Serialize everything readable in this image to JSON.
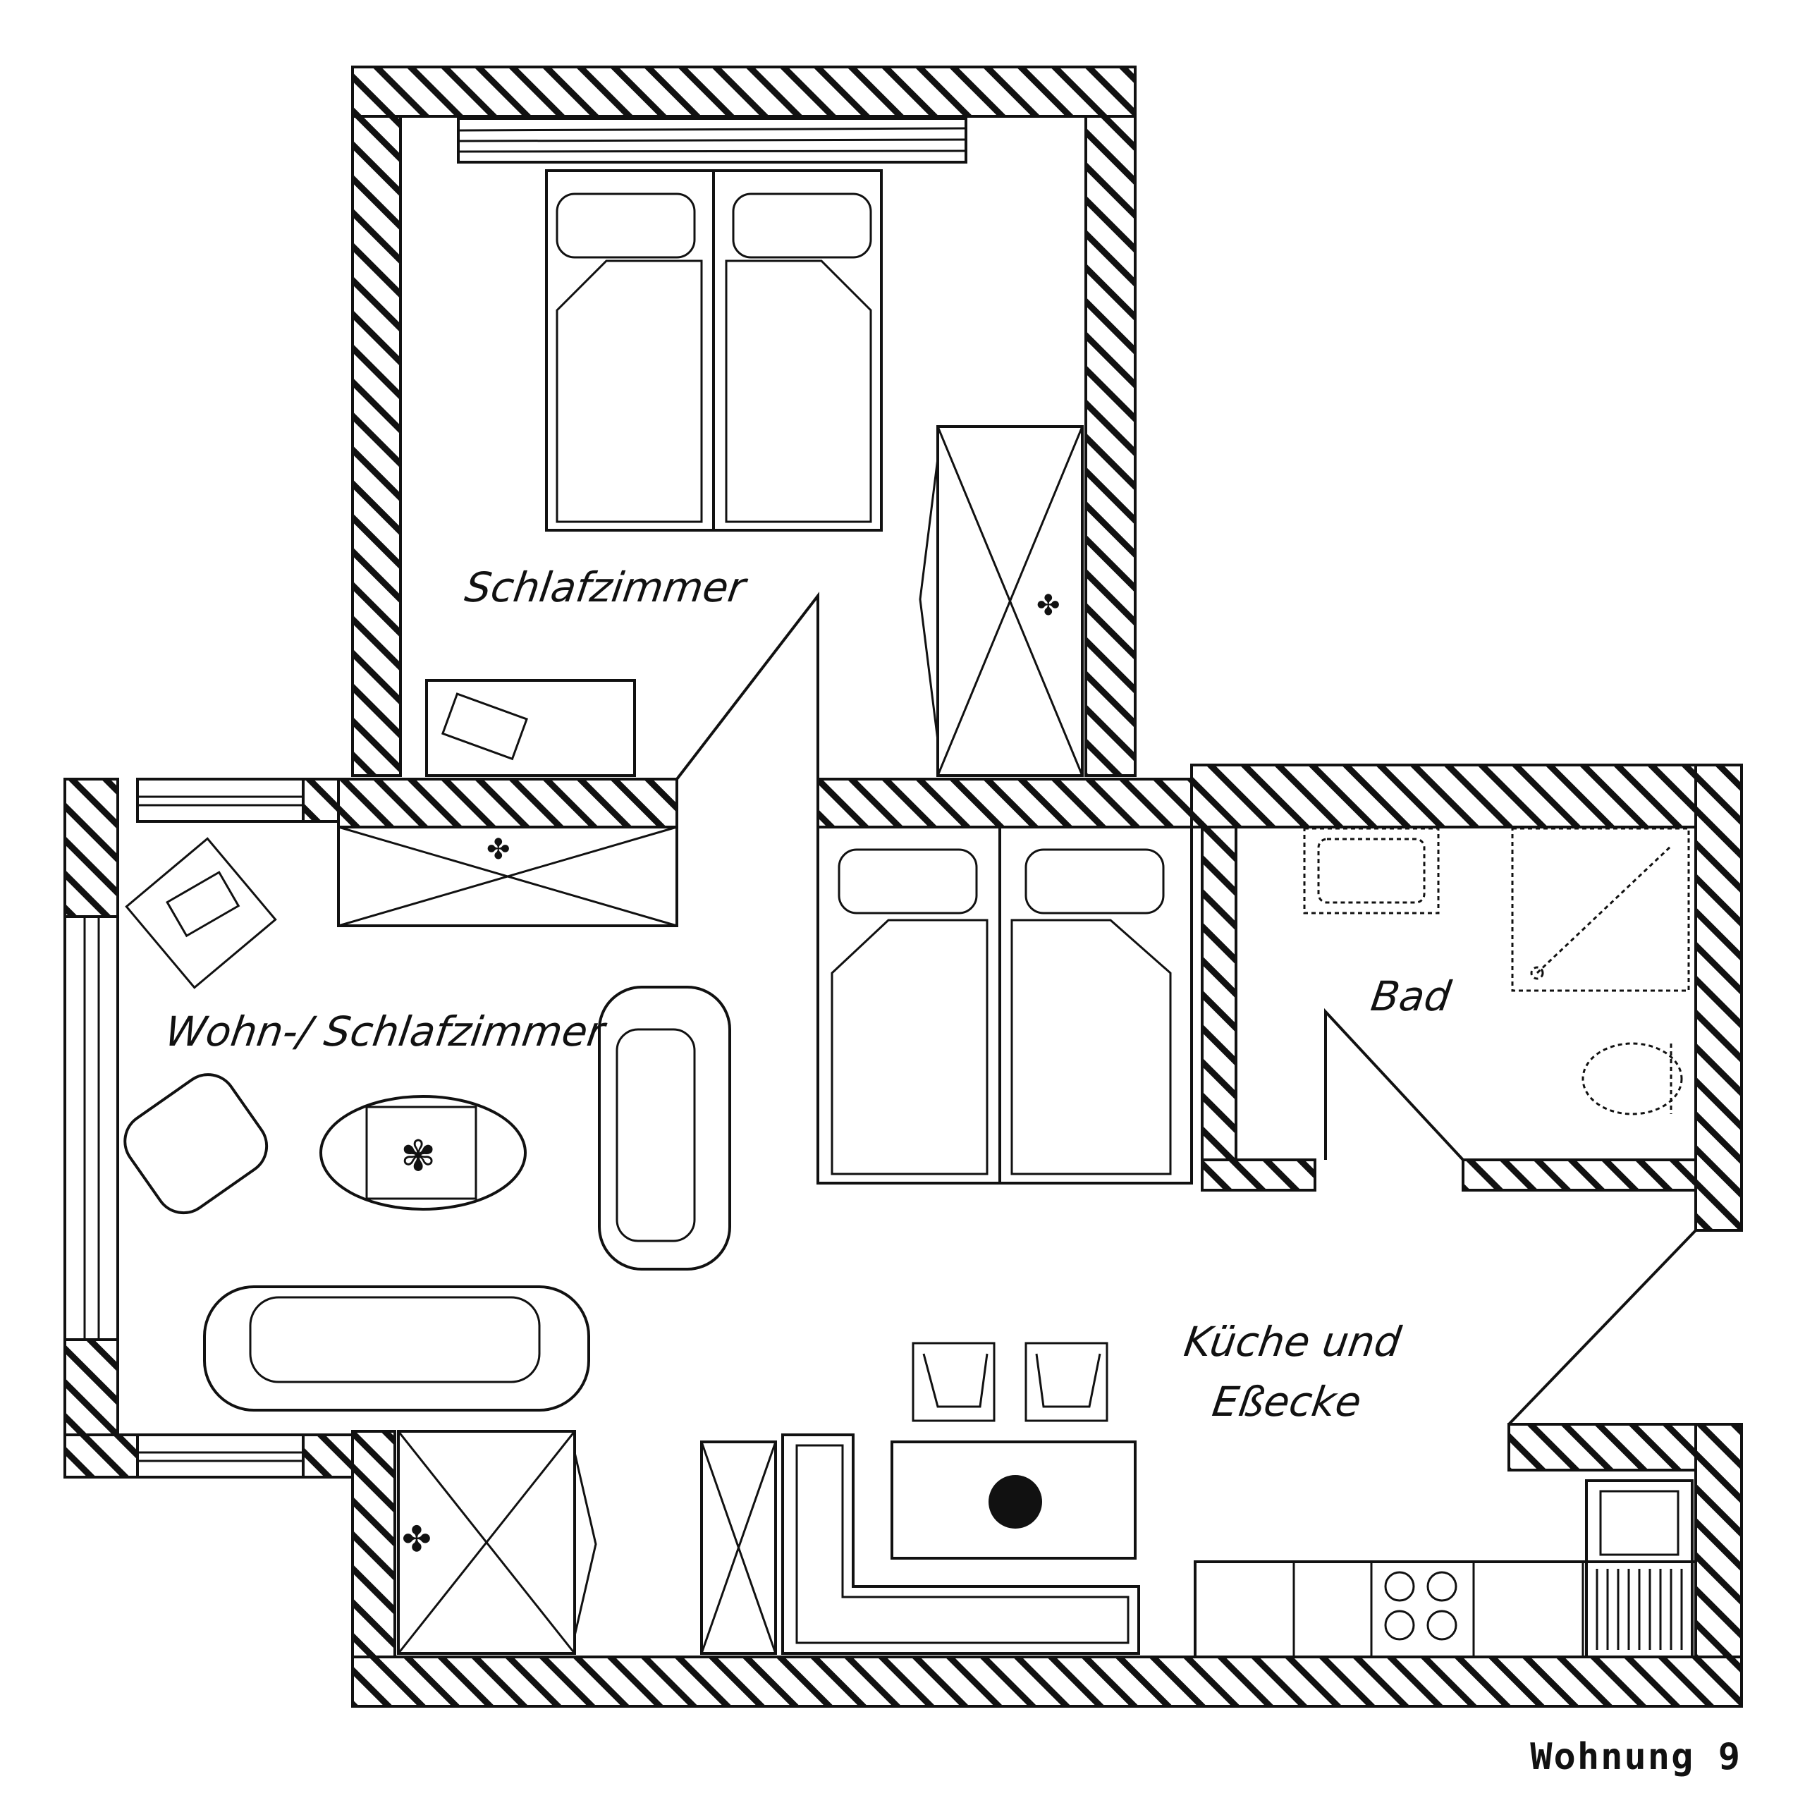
{
  "plan": {
    "rooms": {
      "schlafzimmer": "Schlafzimmer",
      "wohn_schlafzimmer": "Wohn-/ Schlafzimmer",
      "bad": "Bad",
      "kueche_line1": "Küche und",
      "kueche_line2": "Eßecke"
    },
    "caption": "Wohnung 9"
  },
  "icons": [
    "bed-icon",
    "wardrobe-icon",
    "sofa-icon",
    "armchair-icon",
    "table-icon",
    "chair-icon",
    "sink-icon",
    "shower-icon",
    "toilet-icon",
    "stove-icon",
    "window-icon",
    "desk-icon"
  ]
}
